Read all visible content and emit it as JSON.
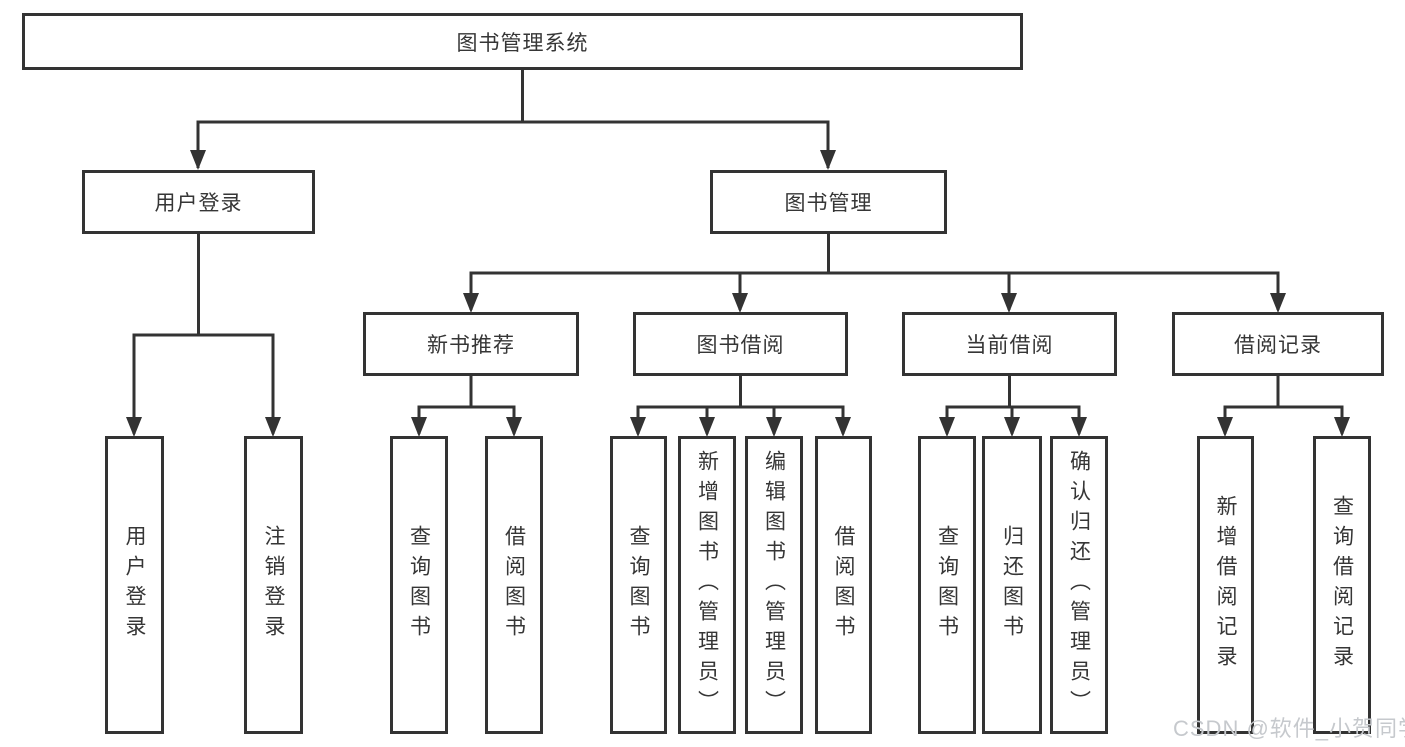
{
  "colors": {
    "line": "#333333",
    "text": "#363636",
    "background": "#ffffff",
    "watermark": "#c6c9cd"
  },
  "watermark": "CSDN @软件_小贺同学",
  "tree": {
    "root": {
      "label": "图书管理系统"
    },
    "level2": [
      {
        "id": "user-login",
        "label": "用户登录",
        "parent": "root"
      },
      {
        "id": "book-management",
        "label": "图书管理",
        "parent": "root"
      }
    ],
    "level3": [
      {
        "id": "new-book-recommend",
        "label": "新书推荐",
        "parent": "book-management"
      },
      {
        "id": "book-borrow",
        "label": "图书借阅",
        "parent": "book-management"
      },
      {
        "id": "current-borrow",
        "label": "当前借阅",
        "parent": "book-management"
      },
      {
        "id": "borrow-records",
        "label": "借阅记录",
        "parent": "book-management"
      }
    ],
    "leaves": [
      {
        "id": "leaf-user-login",
        "label": "用户登录",
        "parent": "user-login"
      },
      {
        "id": "leaf-logout",
        "label": "注销登录",
        "parent": "user-login"
      },
      {
        "id": "leaf-query-books-recommend",
        "label": "查询图书",
        "parent": "new-book-recommend"
      },
      {
        "id": "leaf-borrow-books-recommend",
        "label": "借阅图书",
        "parent": "new-book-recommend"
      },
      {
        "id": "leaf-query-books-borrow",
        "label": "查询图书",
        "parent": "book-borrow"
      },
      {
        "id": "leaf-add-books-admin",
        "label": "新增图书（管理员）",
        "parent": "book-borrow"
      },
      {
        "id": "leaf-edit-books-admin",
        "label": "编辑图书（管理员）",
        "parent": "book-borrow"
      },
      {
        "id": "leaf-borrow-books",
        "label": "借阅图书",
        "parent": "book-borrow"
      },
      {
        "id": "leaf-query-books-current",
        "label": "查询图书",
        "parent": "current-borrow"
      },
      {
        "id": "leaf-return-books",
        "label": "归还图书",
        "parent": "current-borrow"
      },
      {
        "id": "leaf-confirm-return-admin",
        "label": "确认归还（管理员）",
        "parent": "current-borrow"
      },
      {
        "id": "leaf-add-borrow-record",
        "label": "新增借阅记录",
        "parent": "borrow-records"
      },
      {
        "id": "leaf-query-borrow-record",
        "label": "查询借阅记录",
        "parent": "borrow-records"
      }
    ]
  }
}
